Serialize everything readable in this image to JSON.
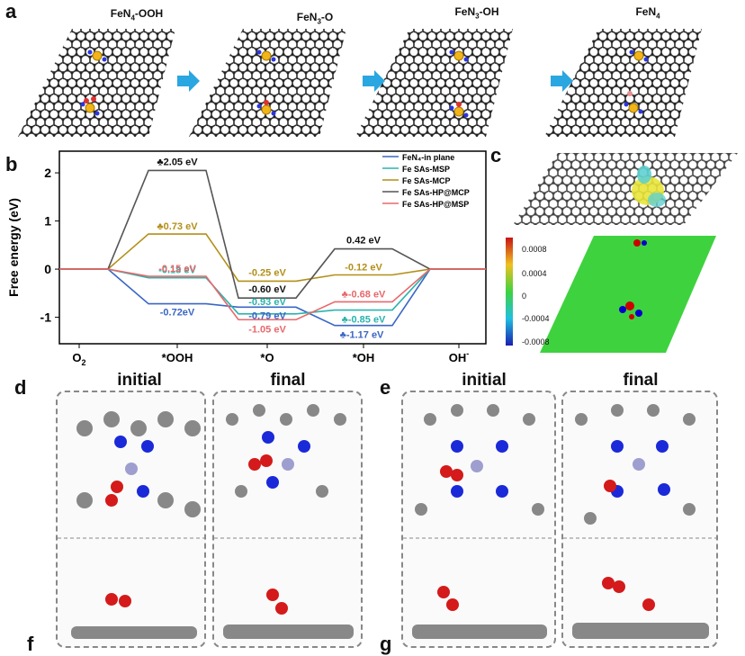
{
  "panels": {
    "a": "a",
    "b": "b",
    "c": "c",
    "d": "d",
    "e": "e",
    "f": "f",
    "g": "g"
  },
  "structures": [
    {
      "title": "FeN4-OOH"
    },
    {
      "title": "FeN3-O"
    },
    {
      "title": "FeN3-OH"
    },
    {
      "title": "FeN4"
    }
  ],
  "colors": {
    "fe_in_plane": "#3a66c4",
    "msp": "#2bb3ad",
    "mcp": "#b38f18",
    "hp_mcp": "#555555",
    "hp_msp": "#e8686b",
    "arrow": "#2aa6e0"
  },
  "chart_data": {
    "type": "line",
    "ylabel": "Free energy (eV)",
    "ylim": [
      -1.55,
      2.45
    ],
    "yticks": [
      "2",
      "1",
      "0",
      "-1"
    ],
    "categories": [
      "O2",
      "*OOH",
      "*O",
      "*OH",
      "OH-"
    ],
    "series": [
      {
        "name": "FeN4-in plane",
        "color": "#3a66c4",
        "values": [
          0,
          -0.72,
          -0.79,
          -1.17,
          0
        ],
        "labels": [
          "",
          "-0.72eV",
          "-0.79 eV",
          "♣-1.17 eV",
          ""
        ]
      },
      {
        "name": "Fe SAs-MSP",
        "color": "#2bb3ad",
        "values": [
          0,
          -0.18,
          -0.93,
          -0.85,
          0
        ],
        "labels": [
          "",
          "-0.18 eV",
          "-0.93 eV",
          "♣-0.85 eV",
          ""
        ]
      },
      {
        "name": "Fe SAs-MCP",
        "color": "#b38f18",
        "values": [
          0,
          0.73,
          -0.25,
          -0.12,
          0
        ],
        "labels": [
          "",
          "♣0.73 eV",
          "-0.25 eV",
          "-0.12 eV",
          ""
        ]
      },
      {
        "name": "Fe SAs-HP@MCP",
        "color": "#555555",
        "values": [
          0,
          2.05,
          -0.6,
          0.42,
          0
        ],
        "labels": [
          "",
          "♣2.05 eV",
          "-0.60 eV",
          "0.42 eV",
          ""
        ]
      },
      {
        "name": "Fe SAs-HP@MSP",
        "color": "#e8686b",
        "values": [
          0,
          -0.15,
          -1.05,
          -0.68,
          0
        ],
        "labels": [
          "",
          "-0.15 eV",
          "-1.05 eV",
          "♣-0.68 eV",
          ""
        ]
      }
    ]
  },
  "colorbar": {
    "ticks": [
      "0.0008",
      "0.0004",
      "0",
      "-0.0004",
      "-0.0008"
    ]
  },
  "panel_d": {
    "initial": "initial",
    "final": "final"
  },
  "panel_e": {
    "initial": "initial",
    "final": "final"
  }
}
